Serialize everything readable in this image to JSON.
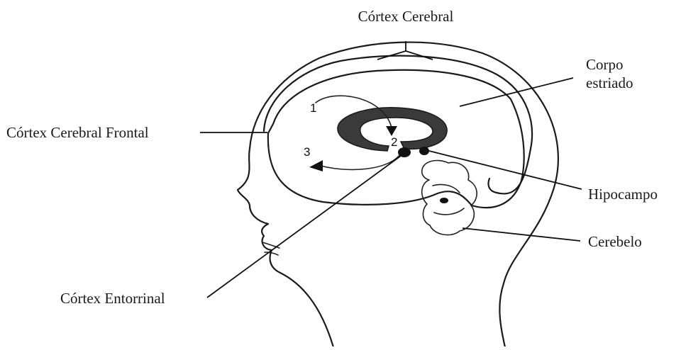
{
  "labels": {
    "cortex_cerebral": "Córtex Cerebral",
    "corpo_estriado_line1": "Corpo",
    "corpo_estriado_line2": "estriado",
    "cortex_frontal": "Córtex Cerebral Frontal",
    "hipocampo": "Hipocampo",
    "cerebelo": "Cerebelo",
    "cortex_entorrinal": "Córtex Entorrinal"
  },
  "pathway_numbers": {
    "step1": "1",
    "step2": "2",
    "step3": "3"
  },
  "colors": {
    "ink": "#1a1a1a",
    "striatum_fill": "#3a3a3a",
    "background": "#ffffff"
  }
}
